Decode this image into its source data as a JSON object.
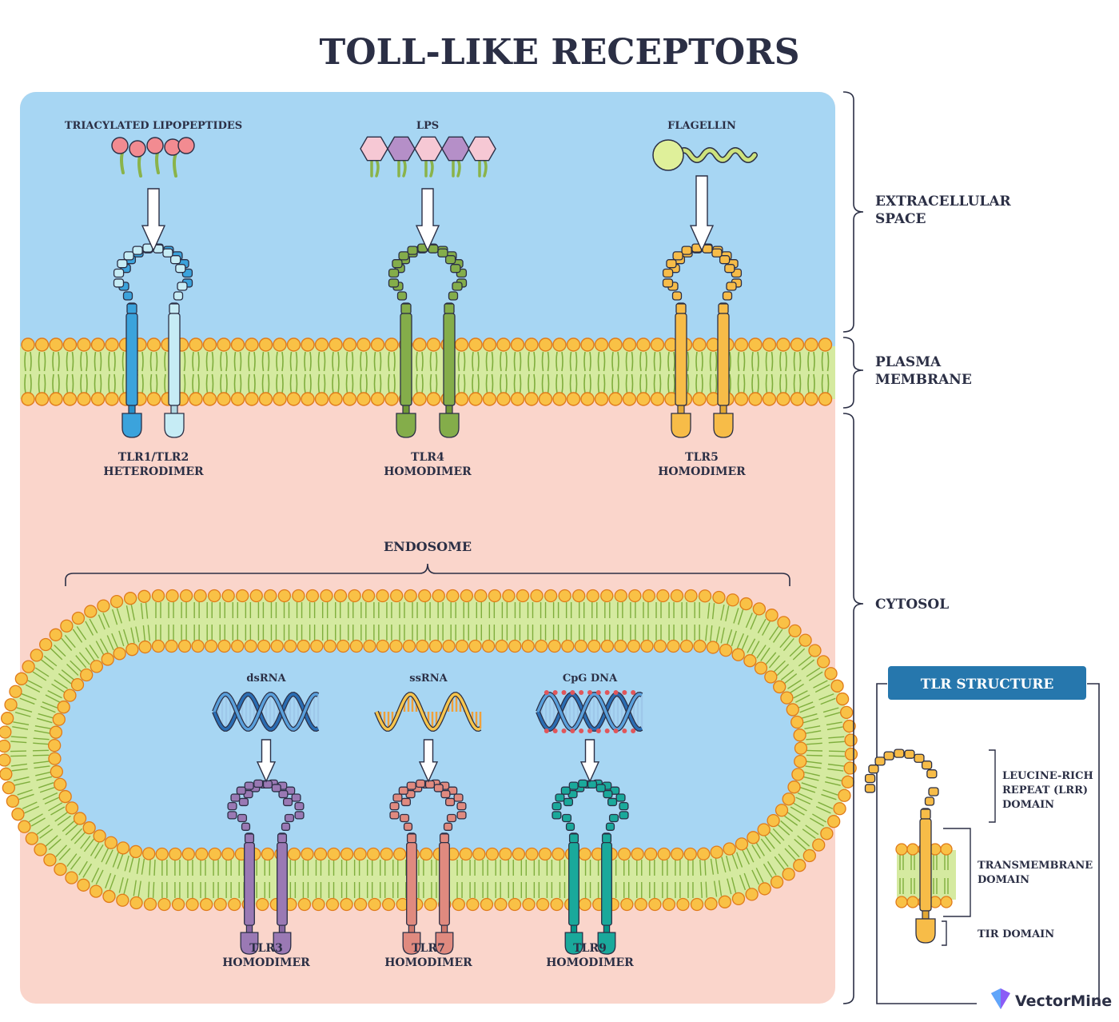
{
  "title": "TOLL-LIKE RECEPTORS",
  "ligands": {
    "tlr12": "TRIACYLATED LIPOPEPTIDES",
    "tlr4": "LPS",
    "tlr5": "FLAGELLIN",
    "tlr3": "dsRNA",
    "tlr7": "ssRNA",
    "tlr9": "CpG DNA"
  },
  "receptors": {
    "tlr12": {
      "line1": "TLR1/TLR2",
      "line2": "HETERODIMER"
    },
    "tlr4": {
      "line1": "TLR4",
      "line2": "HOMODIMER"
    },
    "tlr5": {
      "line1": "TLR5",
      "line2": "HOMODIMER"
    },
    "tlr3": {
      "line1": "TLR3",
      "line2": "HOMODIMER"
    },
    "tlr7": {
      "line1": "TLR7",
      "line2": "HOMODIMER"
    },
    "tlr9": {
      "line1": "TLR9",
      "line2": "HOMODIMER"
    }
  },
  "regions": {
    "extracellular_1": "EXTRACELLULAR",
    "extracellular_2": "SPACE",
    "plasma_1": "PLASMA",
    "plasma_2": "MEMBRANE",
    "cytosol": "CYTOSOL",
    "endosome": "ENDOSOME"
  },
  "structure": {
    "header": "TLR STRUCTURE",
    "lrr_1": "LEUCINE-RICH",
    "lrr_2": "REPEAT (LRR)",
    "lrr_3": "DOMAIN",
    "tm_1": "TRANSMEMBRANE",
    "tm_2": "DOMAIN",
    "tir": "TIR DOMAIN"
  },
  "watermark": "VectorMine",
  "brand": "VectorMine",
  "colors": {
    "extracellular": "#a7d6f3",
    "cytosol": "#fad5cb",
    "lipid_head": "#f9c146",
    "lipid_tail": "#9ccc5c",
    "tlr1": "#3ba3dc",
    "tlr2": "#c6ecf5",
    "tlr4": "#84ad4a",
    "tlr5": "#f7bc48",
    "tlr3": "#9a79b4",
    "tlr7": "#e08a7f",
    "tlr9": "#1aa99b",
    "dna": "#2a6db3",
    "header_blue": "#2677ad"
  }
}
